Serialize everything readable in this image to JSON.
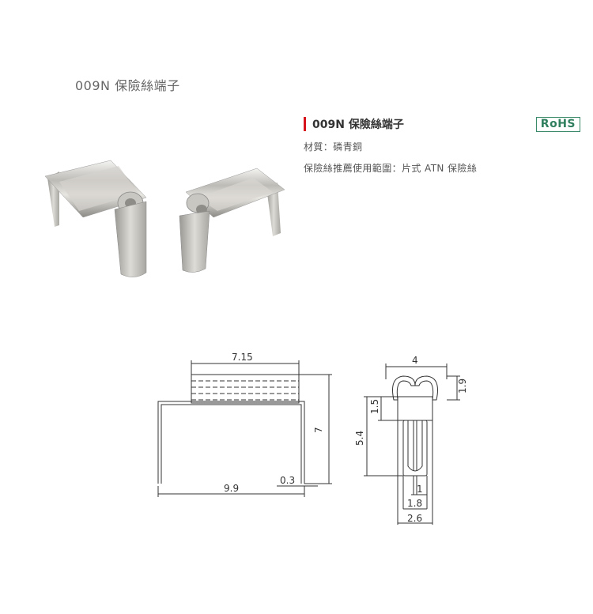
{
  "page": {
    "heading": "009N 保險絲端子"
  },
  "product": {
    "title": "009N 保險絲端子",
    "badge": "RoHS",
    "specs": [
      "材質：磷青銅",
      "保險絲推薦使用範圍：片式 ATN 保險絲"
    ]
  },
  "drawing": {
    "front": {
      "width_top": "7.15",
      "width_bottom": "9.9",
      "height": "7",
      "thickness": "0.3"
    },
    "side": {
      "width_top": "4",
      "clip_height": "1.9",
      "body_height": "1.5",
      "total_height": "5.4",
      "leg_inner": "1",
      "leg_mid": "1.8",
      "leg_outer": "2.6"
    }
  },
  "colors": {
    "accent": "#d7141c",
    "rohs": "#2f7f5e"
  }
}
